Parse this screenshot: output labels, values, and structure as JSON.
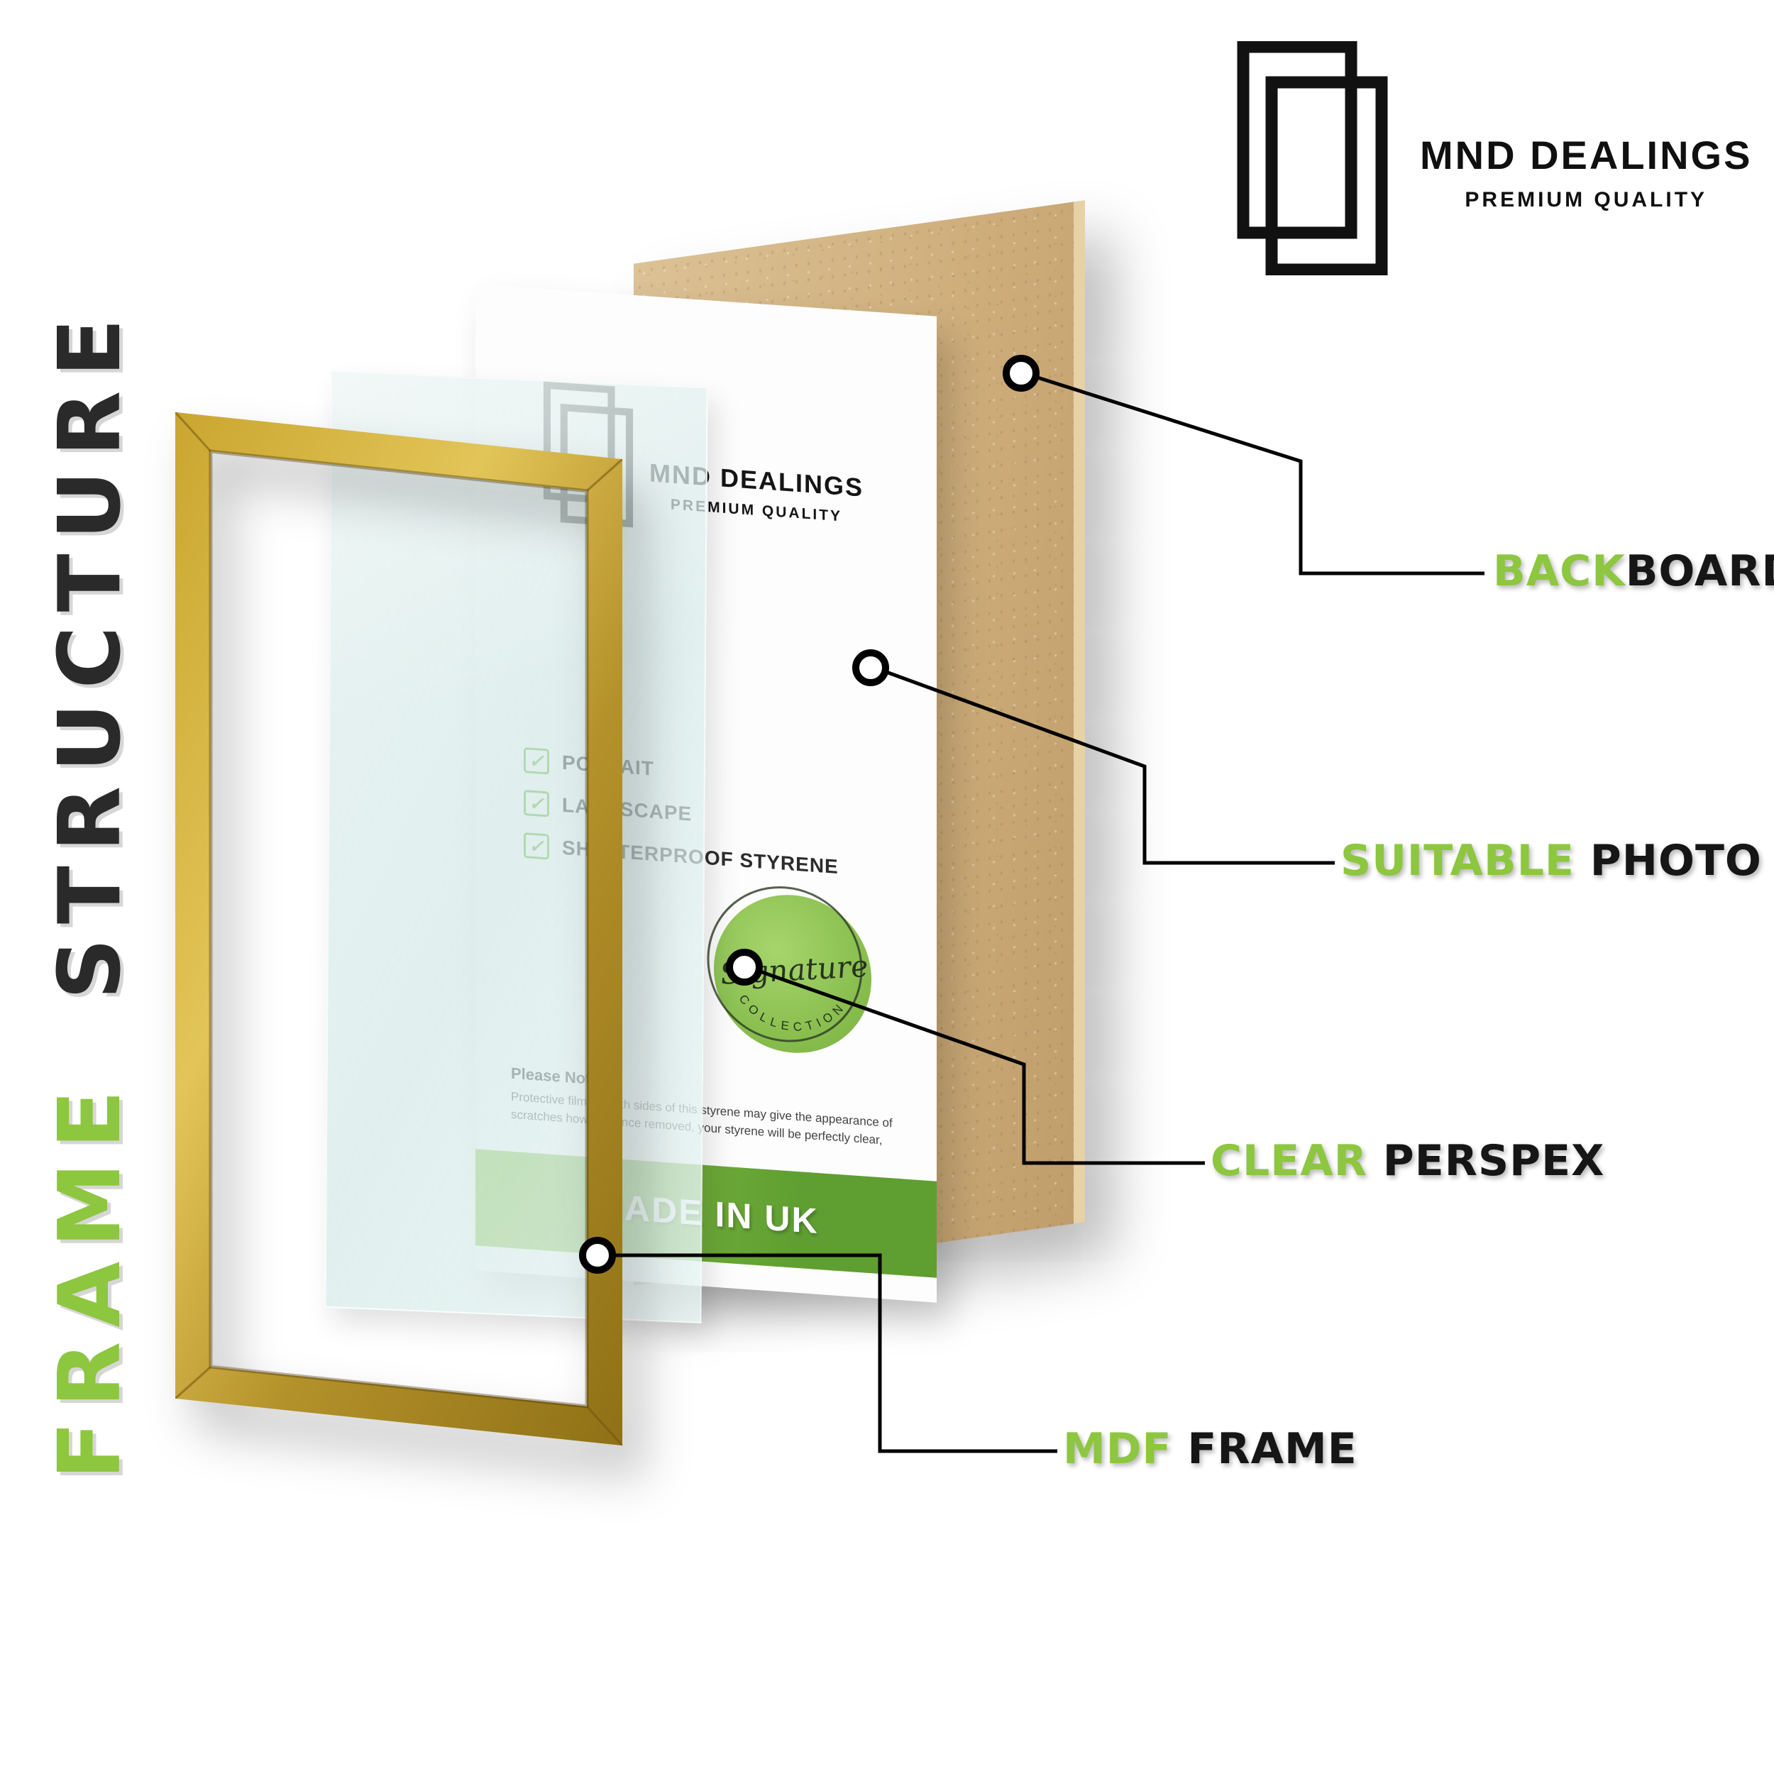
{
  "canvas": {
    "background": "#ffffff"
  },
  "colors": {
    "accent_green": "#8dc63f",
    "dark_text": "#1f1f1f",
    "gold_frame": "#c9a62f",
    "mdf_tan": "#d2b286",
    "perspex_tint": "#e3f0ee",
    "banner_green": "#6aae3a"
  },
  "side_title": {
    "first_word": "FRAME",
    "second_word": "STRUCTURE"
  },
  "brand": {
    "name": "MND DEALINGS",
    "tagline": "PREMIUM QUALITY"
  },
  "insert_sheet": {
    "brand_name": "MND DEALINGS",
    "brand_tagline": "PREMIUM QUALITY",
    "checklist": [
      "POTRAIT",
      "LANDSCAPE",
      "SHATTERPROOF STYRENE"
    ],
    "check_glyph": "✓",
    "note_title": "Please Note:",
    "note_body": "Protective film on both sides of this styrene may give the appearance of scratches however once removed, your styrene will be perfectly clear,",
    "banner_text": "MADE IN UK",
    "badge_script": "Signature",
    "badge_arc": "COLLECTION"
  },
  "callouts": [
    {
      "accent": "BACK",
      "rest": "BOARD"
    },
    {
      "accent": "SUITABLE",
      "rest": " PHOTO"
    },
    {
      "accent": "CLEAR",
      "rest": " PERSPEX"
    },
    {
      "accent": "MDF",
      "rest": " FRAME"
    }
  ]
}
